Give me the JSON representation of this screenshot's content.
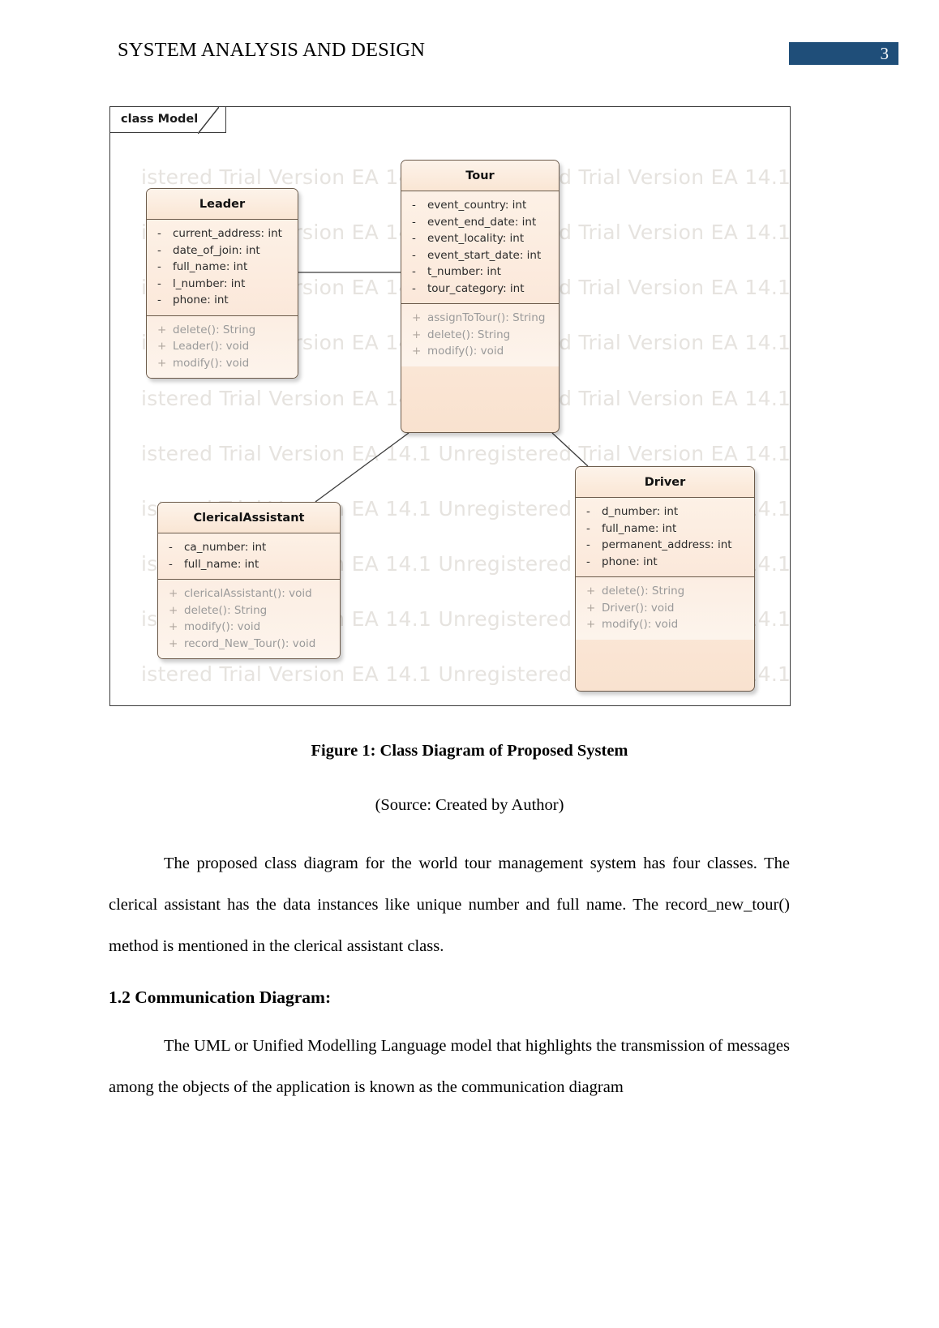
{
  "header": {
    "title": "SYSTEM ANALYSIS AND DESIGN",
    "page_number": "3",
    "accent_color": "#1f4e79"
  },
  "figure": {
    "frame_label": "class Model",
    "watermark_text": "istered Trial Version  EA 14.1 Unregistered Trial Version  EA 14.1 Un",
    "caption": "Figure 1: Class Diagram of Proposed System",
    "source": "(Source: Created by Author)"
  },
  "diagram": {
    "type": "uml-class-diagram",
    "classes": [
      {
        "name": "Leader",
        "attributes": [
          {
            "visibility": "-",
            "text": "current_address: int"
          },
          {
            "visibility": "-",
            "text": "date_of_join: int"
          },
          {
            "visibility": "-",
            "text": "full_name: int"
          },
          {
            "visibility": "-",
            "text": "l_number: int"
          },
          {
            "visibility": "-",
            "text": "phone: int"
          }
        ],
        "operations": [
          {
            "visibility": "+",
            "text": "delete(): String"
          },
          {
            "visibility": "+",
            "text": "Leader(): void"
          },
          {
            "visibility": "+",
            "text": "modify(): void"
          }
        ]
      },
      {
        "name": "Tour",
        "attributes": [
          {
            "visibility": "-",
            "text": "event_country: int"
          },
          {
            "visibility": "-",
            "text": "event_end_date: int"
          },
          {
            "visibility": "-",
            "text": "event_locality: int"
          },
          {
            "visibility": "-",
            "text": "event_start_date: int"
          },
          {
            "visibility": "-",
            "text": "t_number: int"
          },
          {
            "visibility": "-",
            "text": "tour_category: int"
          }
        ],
        "operations": [
          {
            "visibility": "+",
            "text": "assignToTour(): String"
          },
          {
            "visibility": "+",
            "text": "delete(): String"
          },
          {
            "visibility": "+",
            "text": "modify(): void"
          }
        ]
      },
      {
        "name": "ClericalAssistant",
        "attributes": [
          {
            "visibility": "-",
            "text": "ca_number: int"
          },
          {
            "visibility": "-",
            "text": "full_name: int"
          }
        ],
        "operations": [
          {
            "visibility": "+",
            "text": "clericalAssistant(): void"
          },
          {
            "visibility": "+",
            "text": "delete(): String"
          },
          {
            "visibility": "+",
            "text": "modify(): void"
          },
          {
            "visibility": "+",
            "text": "record_New_Tour(): void"
          }
        ]
      },
      {
        "name": "Driver",
        "attributes": [
          {
            "visibility": "-",
            "text": "d_number: int"
          },
          {
            "visibility": "-",
            "text": "full_name: int"
          },
          {
            "visibility": "-",
            "text": "permanent_address: int"
          },
          {
            "visibility": "-",
            "text": "phone: int"
          }
        ],
        "operations": [
          {
            "visibility": "+",
            "text": "delete(): String"
          },
          {
            "visibility": "+",
            "text": "Driver(): void"
          },
          {
            "visibility": "+",
            "text": "modify(): void"
          }
        ]
      }
    ]
  },
  "body": {
    "paragraph_1": "The proposed class diagram for the world tour management system has four classes. The clerical assistant has the data instances like unique number and full name. The record_new_tour() method is mentioned in the clerical assistant class.",
    "heading_1_2": "1.2 Communication Diagram:",
    "paragraph_2": "The UML or Unified Modelling Language model that highlights the transmission of messages among the objects of the application is known as the communication diagram"
  }
}
